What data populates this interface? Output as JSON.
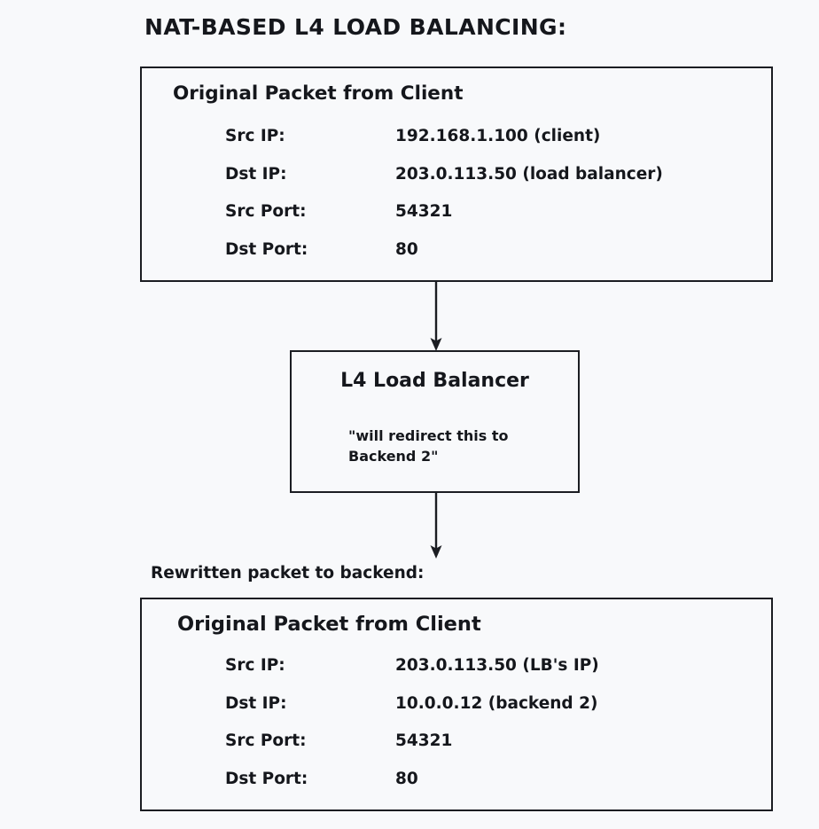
{
  "title": "NAT-BASED L4 LOAD BALANCING:",
  "original_packet": {
    "heading": "Original Packet from Client",
    "fields": [
      {
        "label": "Src IP:",
        "value": "192.168.1.100 (client)"
      },
      {
        "label": "Dst IP:",
        "value": "203.0.113.50 (load balancer)"
      },
      {
        "label": "Src Port:",
        "value": "54321"
      },
      {
        "label": "Dst Port:",
        "value": "80"
      }
    ]
  },
  "load_balancer": {
    "title": "L4 Load Balancer",
    "note": "\"will redirect this to Backend 2\""
  },
  "rewritten_caption": "Rewritten packet to backend:",
  "rewritten_packet": {
    "heading": "Original Packet from Client",
    "fields": [
      {
        "label": "Src IP:",
        "value": "203.0.113.50 (LB's IP)"
      },
      {
        "label": "Dst IP:",
        "value": "10.0.0.12 (backend 2)"
      },
      {
        "label": "Src Port:",
        "value": "54321"
      },
      {
        "label": "Dst Port:",
        "value": "80"
      }
    ]
  },
  "arrows": [
    {
      "name": "arrow-original-to-lb",
      "from": "original-packet-box",
      "to": "load-balancer-box"
    },
    {
      "name": "arrow-lb-to-rewritten",
      "from": "load-balancer-box",
      "to": "rewritten-packet-box"
    }
  ],
  "colors": {
    "background": "#f8f9fb",
    "stroke": "#1b1d22",
    "text": "#15171c"
  }
}
